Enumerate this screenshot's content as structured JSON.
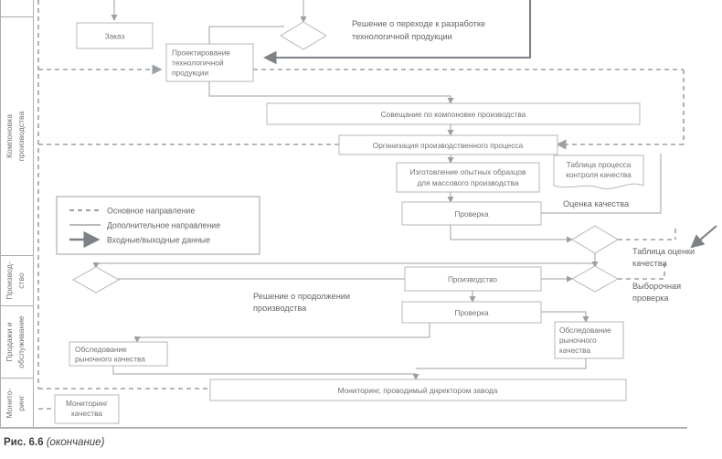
{
  "figure": {
    "caption_label": "Рис. 6.6",
    "caption_note": "(окончание)"
  },
  "lanes": [
    {
      "id": "assembly",
      "label": "Компоновка\nпроизводства",
      "line1": "Компоновка",
      "line2": "производства"
    },
    {
      "id": "production",
      "label": "Производ-\nство",
      "line1": "Производ-",
      "line2": "ство"
    },
    {
      "id": "sales",
      "label": "Продажи и\nобслуживание",
      "line1": "Продажи и",
      "line2": "обслуживание"
    },
    {
      "id": "monitoring",
      "label": "Монито-\nринг",
      "line1": "Монито-",
      "line2": "ринг"
    }
  ],
  "legend": {
    "items": [
      {
        "style": "dashed",
        "label": "Основное направление"
      },
      {
        "style": "solid",
        "label": "Дополнительное направление"
      },
      {
        "style": "arrow",
        "label": "Входные/выходные данные"
      }
    ]
  },
  "nodes": {
    "order": {
      "label": "Заказ"
    },
    "design": {
      "line1": "Проектирование",
      "line2": "технологичной",
      "line3": "продукции"
    },
    "meeting": {
      "label": "Совещание по компоновке производства"
    },
    "org_process": {
      "label": "Организация производственного процесса"
    },
    "prototypes": {
      "line1": "Изготовление опытных образцов",
      "line2": "для массового производства"
    },
    "check1": {
      "label": "Проверка"
    },
    "production": {
      "label": "Производство"
    },
    "check2": {
      "label": "Проверка"
    },
    "market_survey_l": {
      "line1": "Обследование",
      "line2": "рыночного качества"
    },
    "market_survey_r": {
      "line1": "Обследование",
      "line2": "рыночного",
      "line3": "качества"
    },
    "director_monitor": {
      "label": "Мониторинг, проводимый директором завода"
    },
    "quality_monitor": {
      "line1": "Мониторинг",
      "line2": "качества"
    },
    "qc_table_doc": {
      "line1": "Таблица процесса",
      "line2": "контроля качества"
    }
  },
  "annotations": {
    "transition_decision": {
      "line1": "Решение о переходе к разработке",
      "line2": "технологичной продукции"
    },
    "quality_assessment": {
      "label": "Оценка качества"
    },
    "quality_table": {
      "line1": "Таблица оценки",
      "line2": "качества"
    },
    "sample_check": {
      "line1": "Выборочная",
      "line2": "проверка"
    },
    "continue_decision": {
      "line1": "Решение о продолжении",
      "line2": "производства"
    }
  },
  "colors": {
    "box_stroke": "#b3b7bb",
    "text": "#6d7276",
    "thin_line": "#9aa0a4",
    "thick_line": "#7c8287",
    "lane_stroke": "#a8adb1",
    "background": "#ffffff"
  }
}
